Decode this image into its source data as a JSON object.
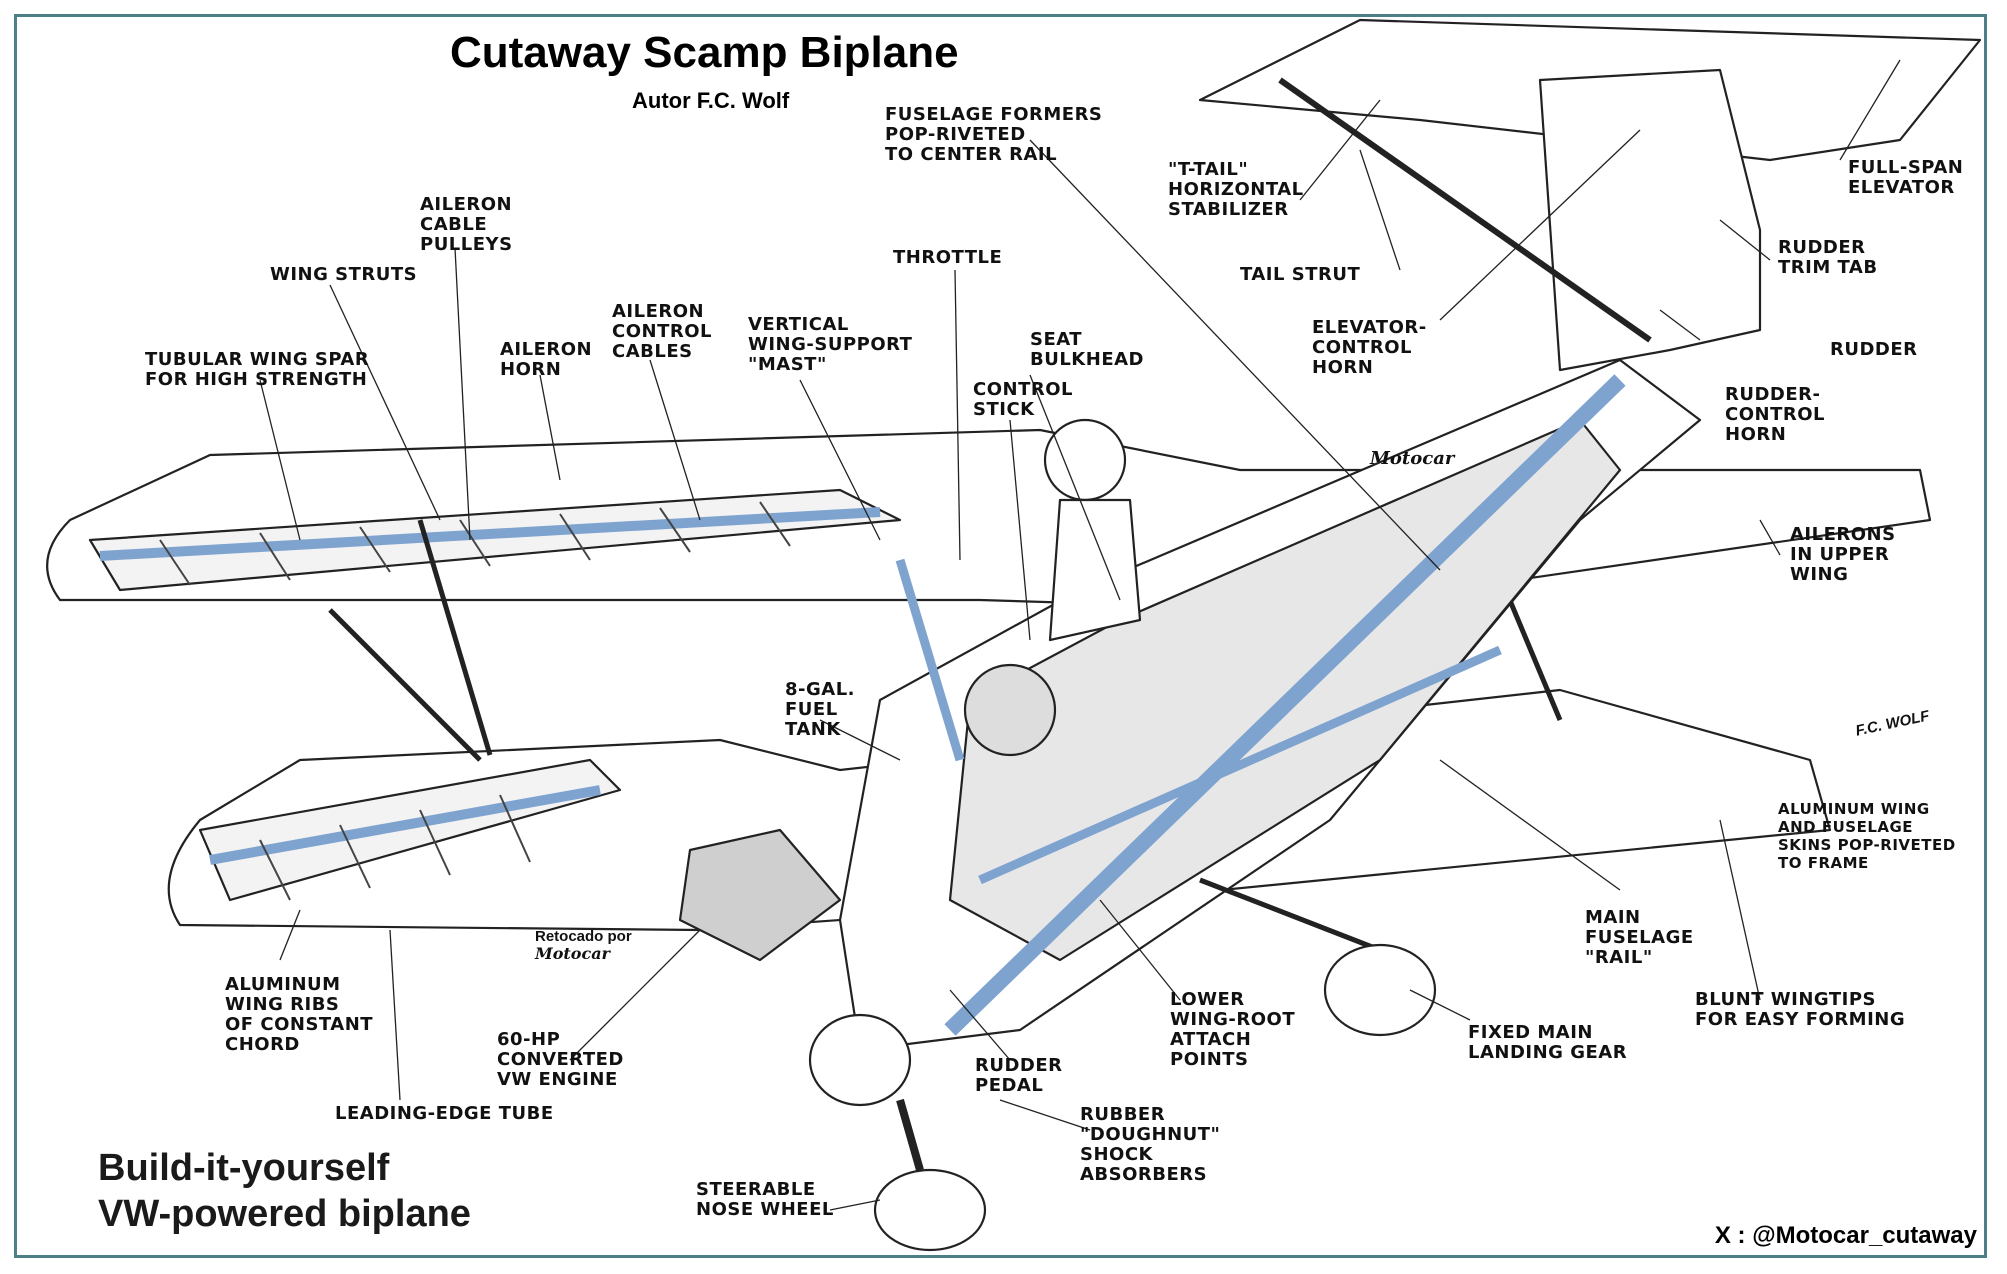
{
  "title": "Cutaway Scamp Biplane",
  "author": "Autor F.C. Wolf",
  "slogan": "Build-it-yourself\nVW-powered biplane",
  "handle": "X : @Motocar_cutaway",
  "retouch": "Retocado por",
  "retouch_sig": "Motocar",
  "fuselage_sig": "Motocar",
  "artist_sig": "F.C. WOLF",
  "colors": {
    "frame": "#4c7f86",
    "structure_blue": "#7fa3cf",
    "line": "#222222"
  },
  "labels": {
    "aileron_cable_pulleys": "AILERON\nCABLE\nPULLEYS",
    "wing_struts": "WING STRUTS",
    "tubular_wing_spar": "TUBULAR WING SPAR\nFOR HIGH STRENGTH",
    "aileron_horn": "AILERON\nHORN",
    "aileron_control_cables": "AILERON\nCONTROL\nCABLES",
    "vertical_wing_support": "VERTICAL\nWING-SUPPORT\n\"MAST\"",
    "throttle": "THROTTLE",
    "fuselage_formers": "FUSELAGE FORMERS\nPOP-RIVETED\nTO CENTER RAIL",
    "seat_bulkhead": "SEAT\nBULKHEAD",
    "control_stick": "CONTROL\nSTICK",
    "t_tail": "\"T-TAIL\"\nHORIZONTAL\nSTABILIZER",
    "tail_strut": "TAIL STRUT",
    "elevator_control_horn": "ELEVATOR-\nCONTROL\nHORN",
    "full_span_elevator": "FULL-SPAN\nELEVATOR",
    "rudder_trim_tab": "RUDDER\nTRIM TAB",
    "rudder": "RUDDER",
    "rudder_control_horn": "RUDDER-\nCONTROL\nHORN",
    "ailerons_upper_wing": "AILERONS\nIN UPPER\nWING",
    "fuel_tank": "8-GAL.\nFUEL\nTANK",
    "aluminum_wing_skins": "ALUMINUM WING\nAND FUSELAGE\nSKINS POP-RIVETED\nTO FRAME",
    "main_fuselage_rail": "MAIN\nFUSELAGE\n\"RAIL\"",
    "blunt_wingtips": "BLUNT WINGTIPS\nFOR EASY FORMING",
    "aluminum_wing_ribs": "ALUMINUM\nWING RIBS\nOF CONSTANT\nCHORD",
    "vw_engine": "60-HP\nCONVERTED\nVW ENGINE",
    "leading_edge_tube": "LEADING-EDGE TUBE",
    "rudder_pedal": "RUDDER\nPEDAL",
    "lower_wing_root": "LOWER\nWING-ROOT\nATTACH\nPOINTS",
    "fixed_main_gear": "FIXED MAIN\nLANDING GEAR",
    "rubber_doughnut": "RUBBER\n\"DOUGHNUT\"\nSHOCK\nABSORBERS",
    "steerable_nose_wheel": "STEERABLE\nNOSE WHEEL"
  }
}
